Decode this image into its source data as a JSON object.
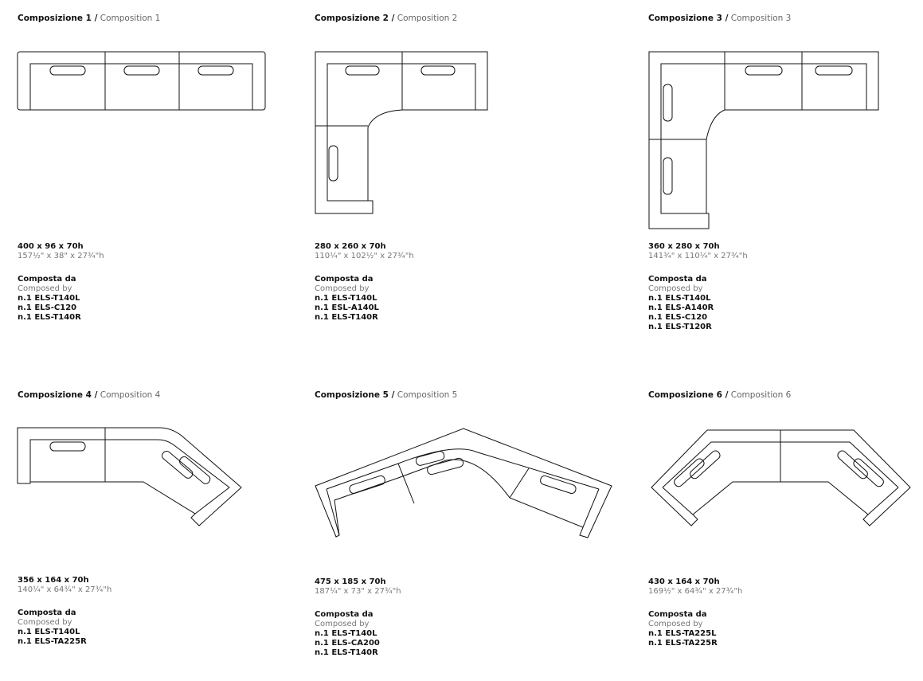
{
  "compositions": [
    {
      "title_it": "Composizione 1 /",
      "title_en": "Composition 1",
      "dim_cm": "400 x 96 x 70h",
      "dim_in": "157½\" x 38\" x 27¾\"h",
      "composed_it": "Composta da",
      "composed_en": "Composed by",
      "parts": [
        "n.1 ELS-T140L",
        "n.1 ELS-C120",
        "n.1 ELS-T140R"
      ]
    },
    {
      "title_it": "Composizione 2 /",
      "title_en": "Composition 2",
      "dim_cm": "280 x 260 x 70h",
      "dim_in": "110¼\" x 102½\" x 27¾\"h",
      "composed_it": "Composta da",
      "composed_en": "Composed by",
      "parts": [
        "n.1 ELS-T140L",
        "n.1 ESL-A140L",
        "n.1 ELS-T140R"
      ]
    },
    {
      "title_it": "Composizione 3 /",
      "title_en": "Composition 3",
      "dim_cm": "360 x 280 x 70h",
      "dim_in": "141¾\" x 110¼\" x 27¾\"h",
      "composed_it": "Composta da",
      "composed_en": "Composed by",
      "parts": [
        "n.1 ELS-T140L",
        "n.1 ELS-A140R",
        "n.1 ELS-C120",
        "n.1 ELS-T120R"
      ]
    },
    {
      "title_it": "Composizione 4 /",
      "title_en": "Composition 4",
      "dim_cm": "356 x 164 x 70h",
      "dim_in": "140¼\" x 64¾\" x 27¾\"h",
      "composed_it": "Composta da",
      "composed_en": "Composed by",
      "parts": [
        "n.1 ELS-T140L",
        "n.1 ELS-TA225R"
      ]
    },
    {
      "title_it": "Composizione 5 /",
      "title_en": "Composition 5",
      "dim_cm": "475 x 185 x 70h",
      "dim_in": "187¼\" x 73\" x 27¾\"h",
      "composed_it": "Composta da",
      "composed_en": "Composed by",
      "parts": [
        "n.1 ELS-T140L",
        "n.1 ELS-CA200",
        "n.1 ELS-T140R"
      ]
    },
    {
      "title_it": "Composizione 6 /",
      "title_en": "Composition 6",
      "dim_cm": "430 x 164 x 70h",
      "dim_in": "169½\" x 64¾\" x 27¾\"h",
      "composed_it": "Composta da",
      "composed_en": "Composed by",
      "parts": [
        "n.1 ELS-TA225L",
        "n.1 ELS-TA225R"
      ]
    }
  ]
}
